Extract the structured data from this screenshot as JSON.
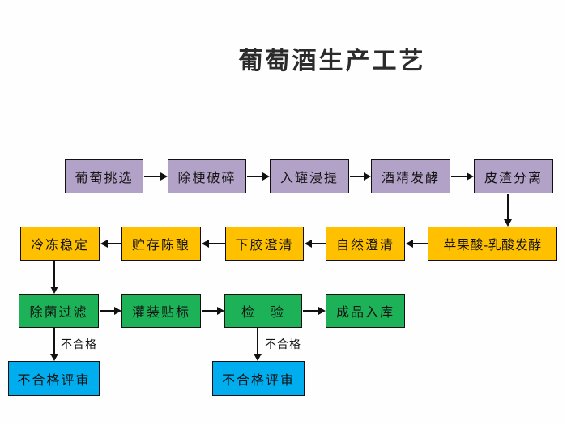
{
  "title": "葡萄酒生产工艺",
  "colors": {
    "row1_purple": "#b2a2c7",
    "row2_orange": "#ffc000",
    "row3_green": "#1db257",
    "row4_blue": "#00aeef",
    "line": "#111111",
    "background": "#ffffff"
  },
  "chart_type": "flowchart",
  "rows": {
    "row1": [
      "葡萄挑选",
      "除梗破碎",
      "入罐浸提",
      "酒精发酵",
      "皮渣分离"
    ],
    "row2": [
      "冷冻稳定",
      "贮存陈酿",
      "下胶澄清",
      "自然澄清",
      "苹果酸-乳酸发酵"
    ],
    "row3": [
      "除菌过滤",
      "灌装贴标",
      "检　验",
      "成品入库"
    ],
    "row4": [
      "不合格评审",
      "不合格评审"
    ]
  },
  "flow_order": [
    "葡萄挑选",
    "除梗破碎",
    "入罐浸提",
    "酒精发酵",
    "皮渣分离",
    "苹果酸-乳酸发酵",
    "自然澄清",
    "下胶澄清",
    "贮存陈酿",
    "冷冻稳定",
    "除菌过滤",
    "灌装贴标",
    "检验",
    "成品入库"
  ],
  "edge_labels": {
    "fail_left": "不合格",
    "fail_right": "不合格"
  }
}
